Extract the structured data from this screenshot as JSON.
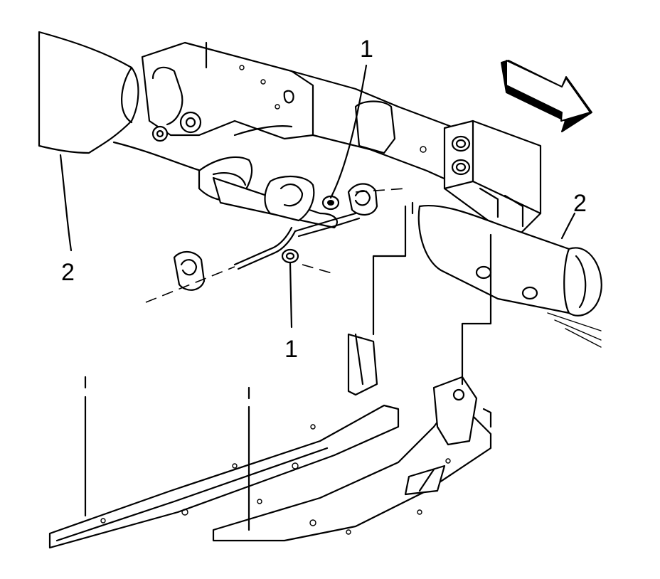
{
  "callouts": {
    "c1_top": "1",
    "c1_bottom": "1",
    "c2_left": "2",
    "c2_right": "2"
  },
  "icons": {
    "direction_arrow": "front-direction-arrow-icon"
  },
  "colors": {
    "ink": "#000000",
    "paper": "#ffffff"
  }
}
